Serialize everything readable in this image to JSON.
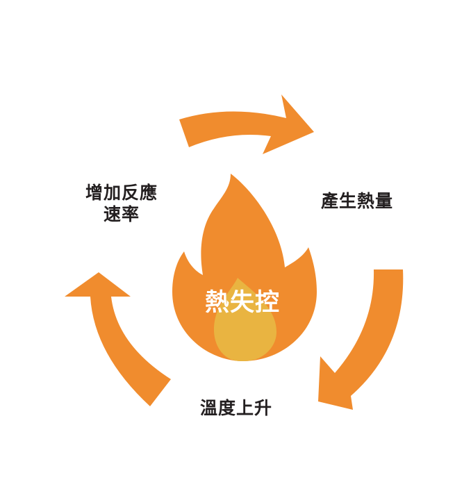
{
  "diagram": {
    "center_label": "熱失控",
    "steps": {
      "increase_rate": {
        "line1": "增加反應",
        "line2": "速率"
      },
      "produce_heat": "產生熱量",
      "temperature_rise": "溫度上升"
    }
  },
  "colors": {
    "arrow": "#F08C2E",
    "flame": "#F08C2E",
    "inner_flame": "#E9B441",
    "center_text": "#FFFFFF",
    "label_text": "#231F20",
    "background": "#FFFFFF"
  },
  "icons": [
    "flame-icon",
    "cycle-arrow-top",
    "cycle-arrow-right",
    "cycle-arrow-left"
  ]
}
